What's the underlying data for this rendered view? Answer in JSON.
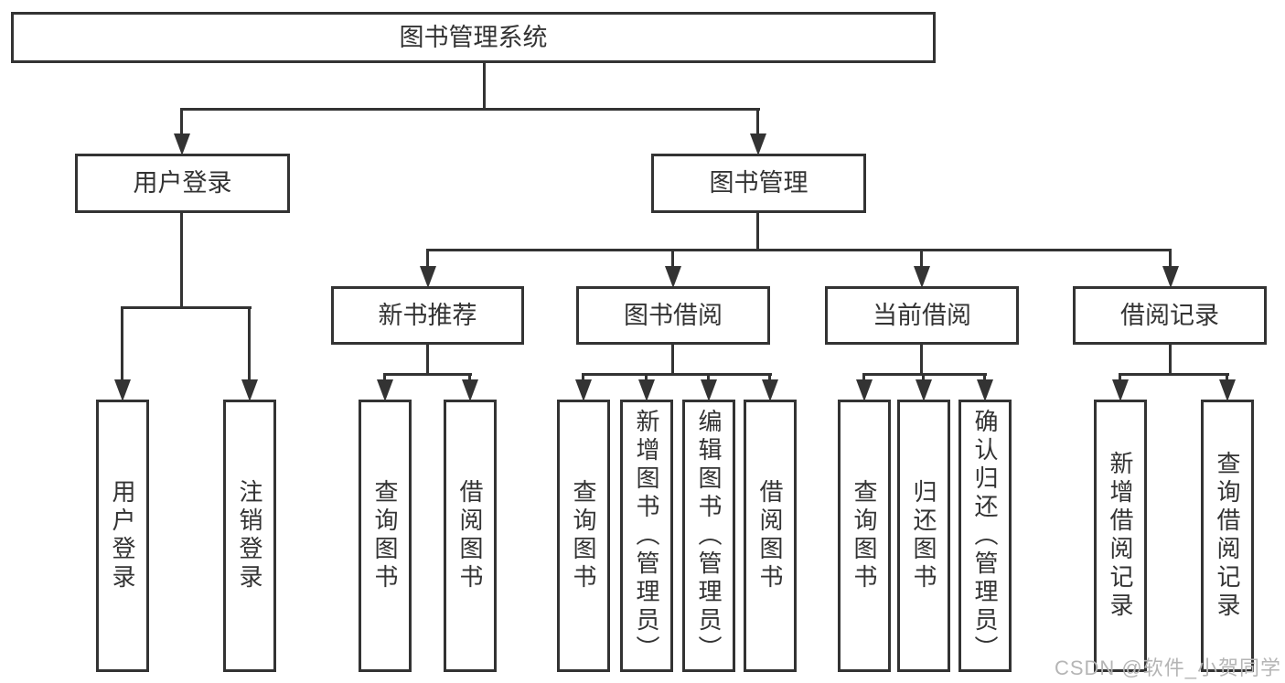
{
  "tree": {
    "root": {
      "label": "图书管理系统",
      "children": [
        {
          "label": "用户登录",
          "children": [
            {
              "label": "用户登录"
            },
            {
              "label": "注销登录"
            }
          ]
        },
        {
          "label": "图书管理",
          "children": [
            {
              "label": "新书推荐",
              "children": [
                {
                  "label": "查询图书"
                },
                {
                  "label": "借阅图书"
                }
              ]
            },
            {
              "label": "图书借阅",
              "children": [
                {
                  "label": "查询图书"
                },
                {
                  "label": "新增图书（管理员）"
                },
                {
                  "label": "编辑图书（管理员）"
                },
                {
                  "label": "借阅图书"
                }
              ]
            },
            {
              "label": "当前借阅",
              "children": [
                {
                  "label": "查询图书"
                },
                {
                  "label": "归还图书"
                },
                {
                  "label": "确认归还（管理员）"
                }
              ]
            },
            {
              "label": "借阅记录",
              "children": [
                {
                  "label": "新增借阅记录"
                },
                {
                  "label": "查询借阅记录"
                }
              ]
            }
          ]
        }
      ]
    }
  },
  "watermark": {
    "text": "CSDN @软件_小贺同学"
  },
  "colors": {
    "line": "#333333",
    "ink": "#333333",
    "box-bg": "#ffffff",
    "page-bg": "#ffffff",
    "watermark": "#b5b5b5"
  }
}
